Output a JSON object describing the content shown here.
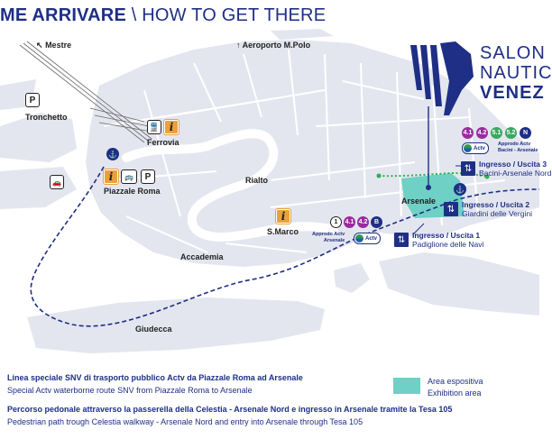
{
  "title": {
    "italian": "ME ARRIVARE",
    "separator": " \\ ",
    "english": "HOW TO GET THERE"
  },
  "brand": {
    "line1": "SALON",
    "line2": "NAUTIC",
    "line3": "VENEZ"
  },
  "directions": {
    "mestre": "Mestre",
    "airport": "Aeroporto M.Polo"
  },
  "places": {
    "tronchetto": "Tronchetto",
    "ferrovia": "Ferrovia",
    "piazzale_roma": "Piazzale Roma",
    "rialto": "Rialto",
    "smarco": "S.Marco",
    "accademia": "Accademia",
    "giudecca": "Giudecca",
    "arsenale": "Arsenale"
  },
  "icons": {
    "parking_letter": "P",
    "info_letter": "i"
  },
  "gates": [
    {
      "line1": "Ingresso / Uscita 3",
      "line2": "Bacini-Arsenale Nord"
    },
    {
      "line1": "Ingresso / Uscita 2",
      "line2": "Giardini delle Vergini"
    },
    {
      "line1": "Ingresso / Uscita 1",
      "line2": "Padiglione delle Navi"
    }
  ],
  "lines_top": [
    "4.1",
    "4.2",
    "5.1",
    "5.2",
    "N"
  ],
  "lines_arsenale": [
    "1",
    "4.1",
    "4.2",
    "B"
  ],
  "approdo_top": {
    "line1": "Approdo Actv",
    "line2": "Bacini - Arsenale"
  },
  "approdo_arsenale": {
    "line1": "Approdo Actv",
    "line2": "Arsenale"
  },
  "actv_label": "Actv",
  "legend": {
    "route_it": "Linea speciale SNV di trasporto pubblico Actv da Piazzale Roma ad Arsenale",
    "route_en": "Special Actv waterborne route SNV from Piazzale Roma to Arsenale",
    "walk_it": "Percorso pedonale attraverso la passerella della Celestia - Arsenale Nord e ingresso in Arsenale tramite la Tesa 105",
    "walk_en": "Pedestrian path trough Celestia walkway - Arsenale Nord and entry into Arsenale through Tesa 105",
    "area_it": "Area espositiva",
    "area_en": "Exhibition area"
  },
  "colors": {
    "navy": "#1e2f85",
    "water": "#1e2f85",
    "land": "#e4e6ef",
    "canal": "#ffffff",
    "exhibition": "#6fd0c6",
    "walk_green": "#2bb24c",
    "info_orange": "#e9a23b",
    "line_purple": "#9b2aa1",
    "line_green": "#3aa861",
    "line_navy": "#1e2f85"
  }
}
